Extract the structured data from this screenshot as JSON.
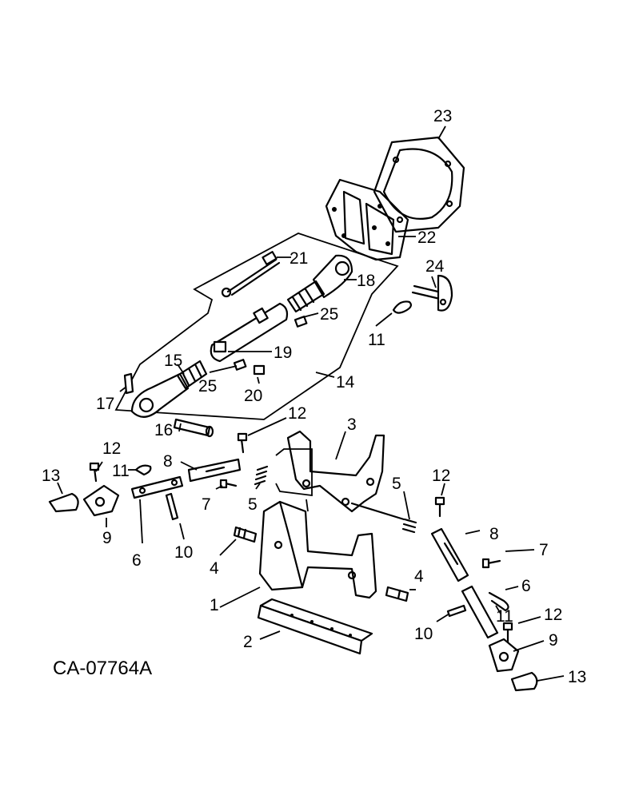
{
  "drawing_code": "CA-07764A",
  "callouts": {
    "c1": "1",
    "c2": "2",
    "c3": "3",
    "c4a": "4",
    "c4b": "4",
    "c5a": "5",
    "c5b": "5",
    "c6a": "6",
    "c6b": "6",
    "c7a": "7",
    "c7b": "7",
    "c8a": "8",
    "c8b": "8",
    "c9a": "9",
    "c9b": "9",
    "c10a": "10",
    "c10b": "10",
    "c11a": "11",
    "c11b": "11",
    "c11c": "11",
    "c12a": "12",
    "c12b": "12",
    "c12c": "12",
    "c13a": "13",
    "c13b": "13",
    "c14": "14",
    "c15": "15",
    "c16": "16",
    "c17": "17",
    "c18": "18",
    "c19": "19",
    "c20": "20",
    "c21": "21",
    "c22": "22",
    "c23": "23",
    "c24": "24",
    "c25a": "25",
    "c25b": "25"
  }
}
